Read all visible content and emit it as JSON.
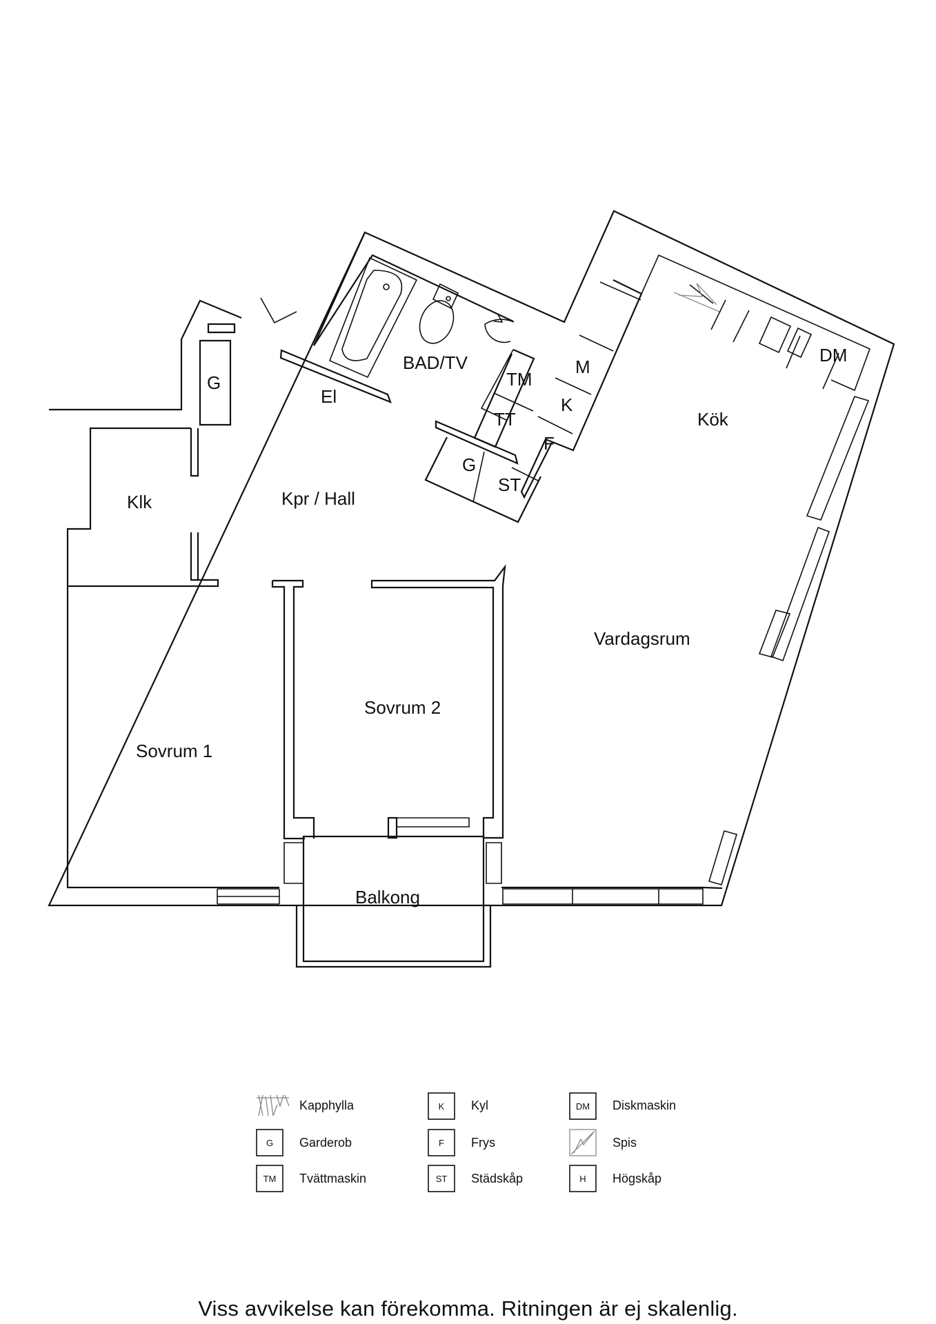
{
  "rooms": {
    "bad_tv": "BAD/TV",
    "el": "El",
    "klk": "Klk",
    "hall": "Kpr / Hall",
    "kok": "Kök",
    "vardagsrum": "Vardagsrum",
    "sovrum1": "Sovrum 1",
    "sovrum2": "Sovrum 2",
    "balkong": "Balkong"
  },
  "fixtures": {
    "g_hall": "G",
    "tm": "TM",
    "tt": "TT",
    "g_closet": "G",
    "st": "ST",
    "m": "M",
    "k": "K",
    "f": "F",
    "dm": "DM"
  },
  "legend": [
    {
      "code": "",
      "icon": "coat-rack-icon",
      "label": "Kapphylla"
    },
    {
      "code": "G",
      "label": "Garderob"
    },
    {
      "code": "TM",
      "label": "Tvättmaskin"
    },
    {
      "code": "K",
      "label": "Kyl"
    },
    {
      "code": "F",
      "label": "Frys"
    },
    {
      "code": "ST",
      "label": "Städskåp"
    },
    {
      "code": "DM",
      "label": "Diskmaskin"
    },
    {
      "code": "",
      "icon": "stove-icon",
      "label": "Spis"
    },
    {
      "code": "H",
      "label": "Högskåp"
    }
  ],
  "disclaimer": "Viss avvikelse kan förekomma. Ritningen är ej skalenlig."
}
